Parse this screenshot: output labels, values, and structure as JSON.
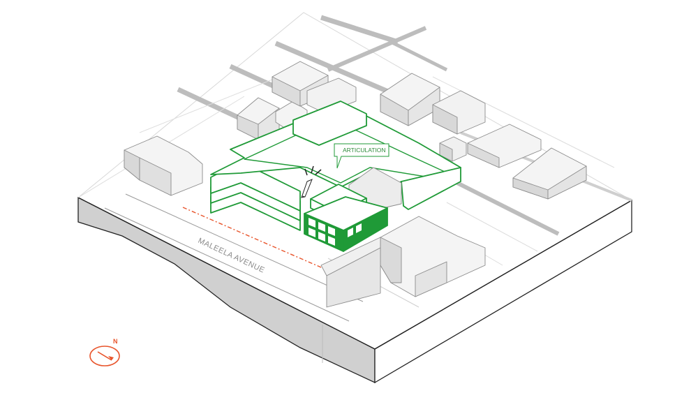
{
  "diagram": {
    "street_label": "MALEELA AVENUE",
    "callout_label": "ARTICULATION",
    "north_label": "N"
  },
  "colors": {
    "proposed_building": "#1f9a37",
    "boundary_line": "#e8542b",
    "compass": "#e8542b",
    "context_fill": "#ececec",
    "context_stroke": "#8c8c8c",
    "base_side": "#cfcfcf"
  },
  "icons": [
    "north-compass-icon",
    "pencil-icon"
  ]
}
